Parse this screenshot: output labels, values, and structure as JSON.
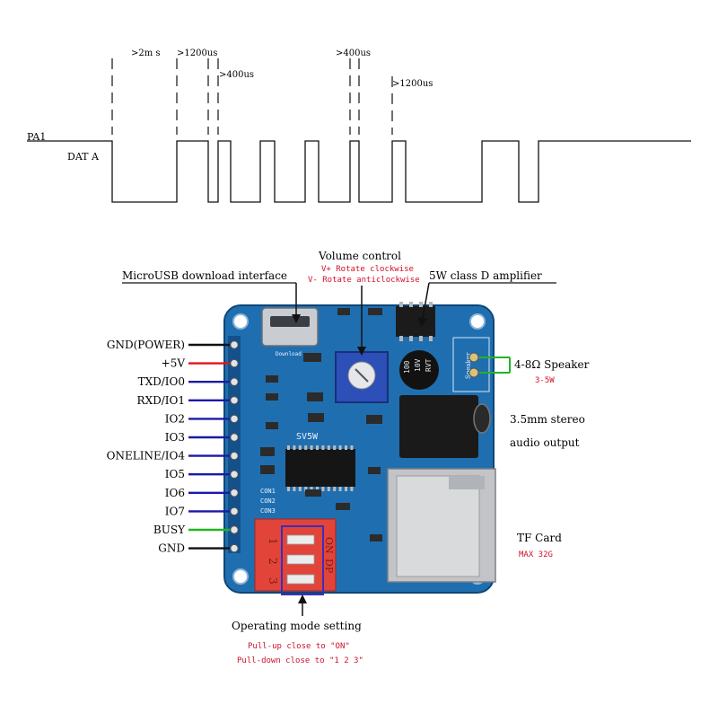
{
  "timing": {
    "signal_name": "PA1",
    "data_label": "DAT A",
    "marker_2ms": ">2m s",
    "marker_1200us_a": ">1200us",
    "marker_400us_a": ">400us",
    "marker_400us_b": ">400us",
    "marker_1200us_b": ">1200us"
  },
  "callouts": {
    "volume_title": "Volume control",
    "volume_plus": "V+ Rotate clockwise",
    "volume_minus": "V- Rotate anticlockwise",
    "usb_title": "MicroUSB download interface",
    "amp_title": "5W class D amplifier",
    "speaker_title": "4-8Ω Speaker",
    "speaker_power": "3-5W",
    "audio_line1": "3.5mm stereo",
    "audio_line2": "audio output",
    "tf_title": "TF Card",
    "tf_max": "MAX 32G",
    "mode_title": "Operating mode setting",
    "mode_pullup": "Pull-up close to \"ON\"",
    "mode_pulldown": "Pull-down close to \"1 2 3\""
  },
  "pins": [
    {
      "label": "GND(POWER)",
      "color": "#111111"
    },
    {
      "label": "+5V",
      "color": "#e0141e"
    },
    {
      "label": "TXD/IO0",
      "color": "#1a1aa6"
    },
    {
      "label": "RXD/IO1",
      "color": "#1a1aa6"
    },
    {
      "label": "IO2",
      "color": "#1a1aa6"
    },
    {
      "label": "IO3",
      "color": "#1a1aa6"
    },
    {
      "label": "ONELINE/IO4",
      "color": "#1a1aa6"
    },
    {
      "label": "IO5",
      "color": "#1a1aa6"
    },
    {
      "label": "IO6",
      "color": "#1a1aa6"
    },
    {
      "label": "IO7",
      "color": "#1a1aa6"
    },
    {
      "label": "BUSY",
      "color": "#22b422"
    },
    {
      "label": "GND",
      "color": "#111111"
    }
  ],
  "board": {
    "chip_label": "SV5W",
    "usb_silk": "Download",
    "speaker_silk": "Speaker",
    "cap_text": "100",
    "cap_text2": "10V",
    "cap_text3": "RVT",
    "con1": "CON1",
    "con2": "CON2",
    "con3": "CON3",
    "dip_on": "ON",
    "dip_dp": "DP",
    "dip_1": "1",
    "dip_2": "2",
    "dip_3": "3"
  },
  "colors": {
    "pcb": "#1f6fb0",
    "pcb_dark": "#17588e",
    "callout_red": "#d0102a",
    "dip_red": "#e2443a"
  }
}
